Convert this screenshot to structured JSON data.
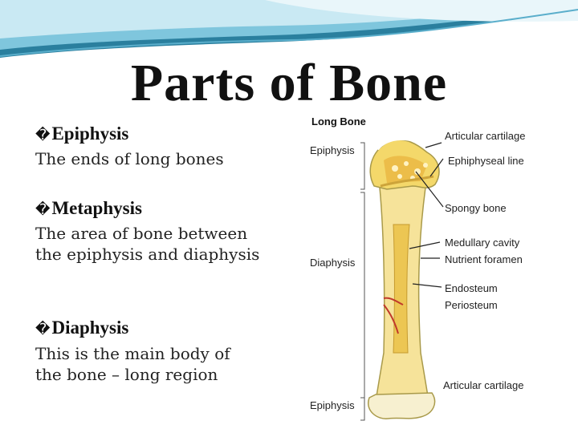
{
  "slide": {
    "title": "Parts of Bone",
    "bullet_glyph": "�",
    "sections": [
      {
        "heading": "Epiphysis",
        "lines": [
          "The ends of long bones"
        ]
      },
      {
        "heading": "Metaphysis",
        "lines": [
          "The area of bone between",
          "the epiphysis and diaphysis"
        ]
      },
      {
        "heading": "Diaphysis",
        "lines": [
          "This is the main body of",
          "the bone – long region"
        ]
      }
    ]
  },
  "diagram": {
    "title": "Long Bone",
    "left_labels": [
      "Epiphysis",
      "Diaphysis",
      "Epiphysis"
    ],
    "right_labels": [
      "Articular cartilage",
      "Ephiphyseal line",
      "Spongy bone",
      "Medullary cavity",
      "Nutrient foramen",
      "Endosteum",
      "Periosteum",
      "Articular cartilage"
    ]
  }
}
